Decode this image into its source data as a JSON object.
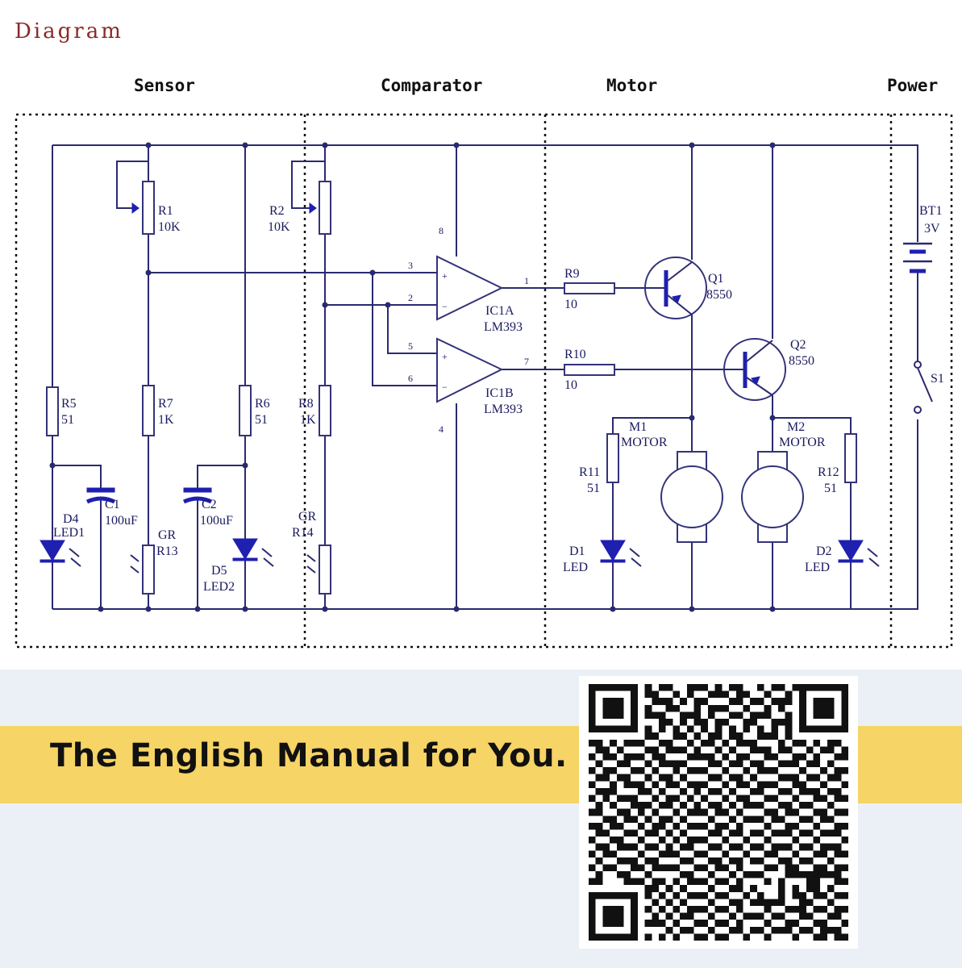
{
  "page": {
    "title": "Diagram"
  },
  "sections": {
    "sensor": "Sensor",
    "comparator": "Comparator",
    "motor": "Motor",
    "power": "Power"
  },
  "components": {
    "r1": {
      "ref": "R1",
      "value": "10K"
    },
    "r2": {
      "ref": "R2",
      "value": "10K"
    },
    "r5": {
      "ref": "R5",
      "value": "51"
    },
    "r7": {
      "ref": "R7",
      "value": "1K"
    },
    "r6": {
      "ref": "R6",
      "value": "51"
    },
    "r8": {
      "ref": "R8",
      "value": "1K"
    },
    "r9": {
      "ref": "R9",
      "value": "10"
    },
    "r10": {
      "ref": "R10",
      "value": "10"
    },
    "r11": {
      "ref": "R11",
      "value": "51"
    },
    "r12": {
      "ref": "R12",
      "value": "51"
    },
    "r13": {
      "ref": "R13",
      "type": "GR"
    },
    "r14": {
      "ref": "R14",
      "type": "GR"
    },
    "c1": {
      "ref": "C1",
      "value": "100uF"
    },
    "c2": {
      "ref": "C2",
      "value": "100uF"
    },
    "d4": {
      "ref": "D4",
      "value": "LED1"
    },
    "d5": {
      "ref": "D5",
      "value": "LED2"
    },
    "d1": {
      "ref": "D1",
      "value": "LED"
    },
    "d2": {
      "ref": "D2",
      "value": "LED"
    },
    "ic1a": {
      "ref": "IC1A",
      "value": "LM393"
    },
    "ic1b": {
      "ref": "IC1B",
      "value": "LM393"
    },
    "q1": {
      "ref": "Q1",
      "value": "8550"
    },
    "q2": {
      "ref": "Q2",
      "value": "8550"
    },
    "m1": {
      "ref": "M1",
      "value": "MOTOR"
    },
    "m2": {
      "ref": "M2",
      "value": "MOTOR"
    },
    "bt1": {
      "ref": "BT1",
      "value": "3V"
    },
    "s1": {
      "ref": "S1"
    }
  },
  "pins": {
    "p1": "1",
    "p2": "2",
    "p3": "3",
    "p5": "5",
    "p6": "6",
    "p7": "7",
    "plus": "+",
    "minus": "−",
    "vplus": "8",
    "vminus": "4"
  },
  "banner": {
    "text": "The English Manual for You."
  },
  "colors": {
    "banner": "#f6d465",
    "title": "#8b2a2a",
    "component": "#1f1fb0",
    "wire": "#2a2a70"
  },
  "qr": {
    "size": 37,
    "bits": [
      "1111111010110011101011001011011111111",
      "1000001011001010011101100100101000001",
      "1011101001110101100011011011101011101",
      "1011101010011001011100100101001011101",
      "1011101011100111010011011100101011101",
      "1000001000110101101100110011101000001",
      "1111111010101010101010101010101111111",
      "0000000011001101011011001110100000000",
      "1101011100110010110101110001011010110",
      "0110100011011101001010011101100101101",
      "1011011101100011110101100110011010011",
      "0100110010111100011011011001110110100",
      "1011001101001011100100101110001001011",
      "0110110010110100011011010001110110110",
      "1001011101011011100101101110011001001",
      "0111000110100101011010011001101110110",
      "1010111001011010100101100110010011011",
      "0101001110110101011010111001101100100",
      "1100110101001011101101000110110011011",
      "0011011010110100010010111011001101100",
      "1101100101101011101101000100110010011",
      "0110011011010100011011011011101101110",
      "1001100100101011100100100100010010001",
      "0110111011010110011011011011101101110",
      "1011000100111001100100100110010011011",
      "0100111011000110011011011001101100100",
      "1011001101111001101101000110110011011",
      "0100110010000110010010111000111111110",
      "1100011101101011101101000101000110011",
      "0000000011010100010011010001010110100",
      "1111111010101011101100101001011011011",
      "1000001001010100010011011111001100100",
      "1011101010101011101101000100111011011",
      "1011101001010110010010111011001100110",
      "1011101011101001101101000100110011001",
      "1000001000010110010011011011101101110",
      "1111111010101001101100100100010011011"
    ]
  }
}
